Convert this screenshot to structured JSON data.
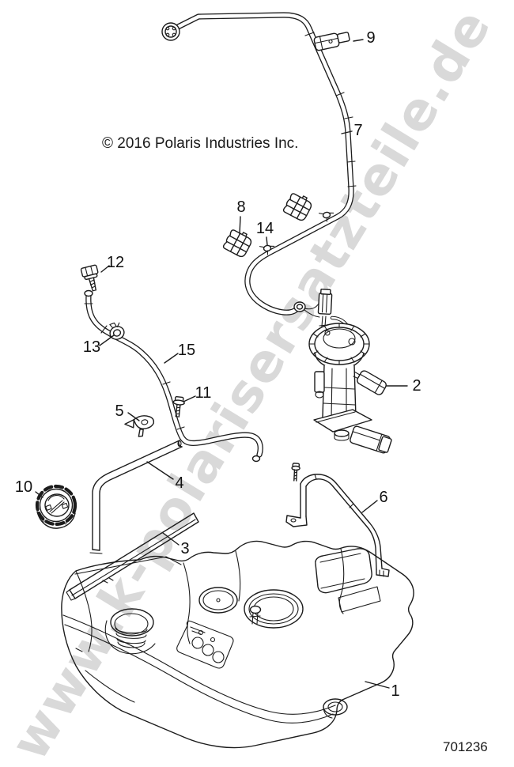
{
  "diagram": {
    "copyright": "© 2016 Polaris Industries Inc.",
    "watermark": "www.k-polarisersatzteile.de",
    "drawing_number": "701236",
    "colors": {
      "line": "#1c1c1c",
      "watermark": "#d9d9d9",
      "background": "#ffffff",
      "text": "#111111"
    }
  },
  "callouts": [
    {
      "label": "1"
    },
    {
      "label": "2"
    },
    {
      "label": "3"
    },
    {
      "label": "4"
    },
    {
      "label": "5"
    },
    {
      "label": "6"
    },
    {
      "label": "7"
    },
    {
      "label": "8"
    },
    {
      "label": "9"
    },
    {
      "label": "10"
    },
    {
      "label": "11"
    },
    {
      "label": "12"
    },
    {
      "label": "13"
    },
    {
      "label": "14"
    },
    {
      "label": "15"
    }
  ]
}
